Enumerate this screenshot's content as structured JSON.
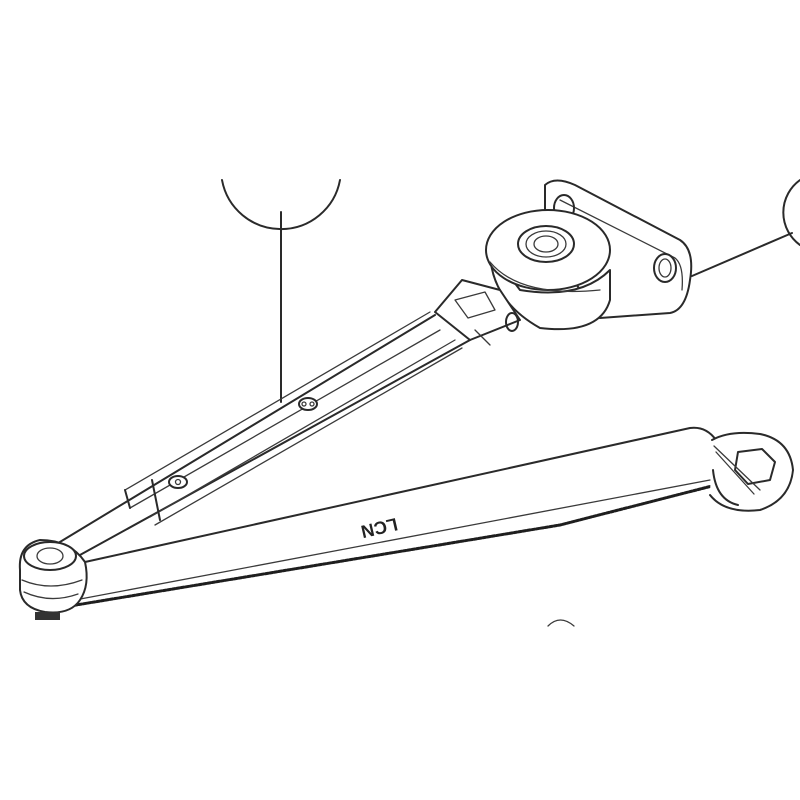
{
  "diagram": {
    "subject": "Door closer arm assembly (line drawing)",
    "brand_label": "LCN",
    "brand_label_rotation_deg": 167,
    "callouts": [
      {
        "id": "callout-arm",
        "label": "",
        "points_to": "main arm"
      },
      {
        "id": "callout-bracket",
        "label": "",
        "points_to": "mounting bracket"
      }
    ],
    "parts": [
      "main-arm",
      "forearm",
      "shoe-bracket",
      "pivot-knuckle",
      "elbow-joint",
      "hex-pinion-arm-end"
    ],
    "colors": {
      "line": "#2a2a2a",
      "background": "#ffffff"
    }
  }
}
